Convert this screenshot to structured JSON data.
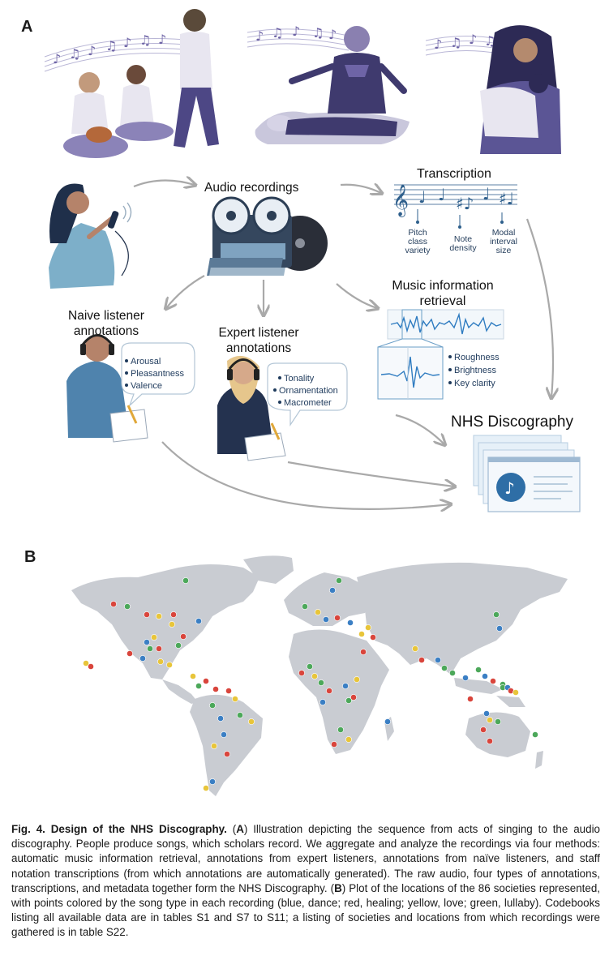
{
  "panel_a": {
    "letter": "A",
    "labels": {
      "audio_recordings": "Audio recordings",
      "transcription": "Transcription",
      "naive_title_1": "Naive listener",
      "naive_title_2": "annotations",
      "expert_title_1": "Expert listener",
      "expert_title_2": "annotations",
      "mir_title_1": "Music information",
      "mir_title_2": "retrieval",
      "discography": "NHS Discography"
    },
    "transcription_features": [
      [
        "Pitch",
        "class",
        "variety"
      ],
      [
        "Note",
        "density"
      ],
      [
        "Modal",
        "interval",
        "size"
      ]
    ],
    "naive_items": [
      "Arousal",
      "Pleasantness",
      "Valence"
    ],
    "expert_items": [
      "Tonality",
      "Ornamentation",
      "Macrometer"
    ],
    "mir_items": [
      "Roughness",
      "Brightness",
      "Key clarity"
    ]
  },
  "panel_b": {
    "letter": "B",
    "colors": {
      "dance": "#3b7fc4",
      "healing": "#d9453c",
      "love": "#e8c53a",
      "lullaby": "#4ca85a",
      "land": "#c9ccd2"
    }
  },
  "caption": {
    "fig_label": "Fig. 4. Design of the NHS Discography.",
    "text_1": " (",
    "letter_a": "A",
    "text_2": ") Illustration depicting the sequence from acts of singing to the audio discography. People produce songs, which scholars record. We aggregate and analyze the recordings via four methods: automatic music information retrieval, annotations from expert listeners, annotations from naïve listeners, and staff notation transcriptions (from which annotations are automatically generated). The raw audio, four types of annotations, transcriptions, and metadata together form the NHS Discography. (",
    "letter_b": "B",
    "text_3": ") Plot of the locations of the 86 societies represented, with points colored by the song type in each recording (blue, dance; red, healing; yellow, love; green, lullaby). Codebooks listing all available data are in tables S1 and S7 to S11; a listing of societies and locations from which recordings were gathered is in table S22."
  }
}
